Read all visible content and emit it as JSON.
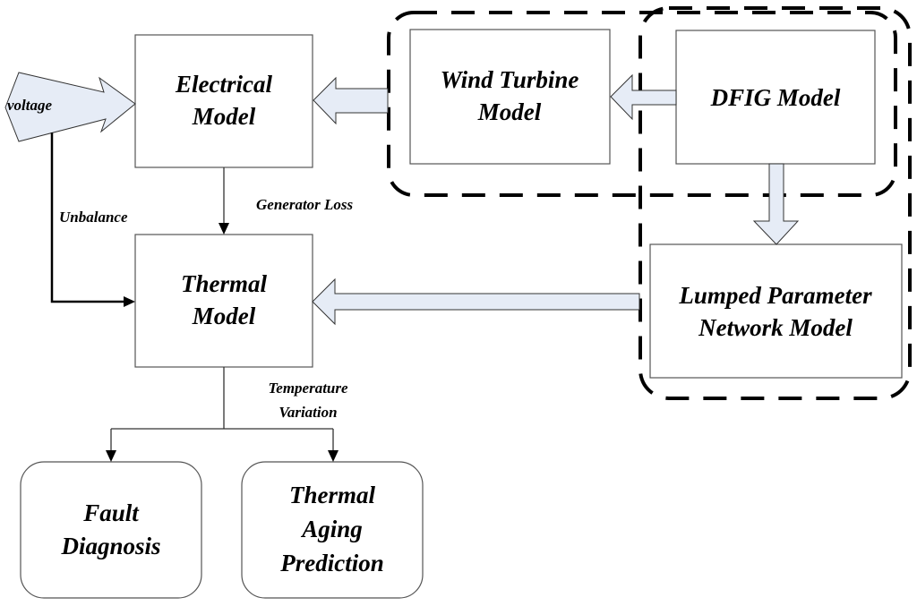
{
  "diagram": {
    "nodes": {
      "electrical": {
        "lines": [
          "Electrical",
          "Model"
        ]
      },
      "thermal": {
        "lines": [
          "Thermal",
          "Model"
        ]
      },
      "wind_turbine": {
        "lines": [
          "Wind Turbine",
          "Model"
        ]
      },
      "dfig": {
        "lines": [
          "DFIG Model"
        ]
      },
      "lumped": {
        "lines": [
          "Lumped Parameter",
          "Network Model"
        ]
      },
      "fault": {
        "lines": [
          "Fault",
          "Diagnosis"
        ]
      },
      "aging": {
        "lines": [
          "Thermal",
          "Aging",
          "Prediction"
        ]
      }
    },
    "input": {
      "label": "voltage"
    },
    "edge_labels": {
      "unbalance": "Unbalance",
      "generator_loss": "Generator Loss",
      "temperature_variation": [
        "Temperature",
        "Variation"
      ]
    },
    "edges": [
      {
        "from": "voltage",
        "to": "electrical",
        "style": "block-arrow"
      },
      {
        "from": "voltage",
        "to": "thermal",
        "label": "Unbalance",
        "style": "thick-line"
      },
      {
        "from": "wind_turbine",
        "to": "electrical",
        "style": "block-arrow"
      },
      {
        "from": "dfig",
        "to": "wind_turbine",
        "style": "block-arrow"
      },
      {
        "from": "dfig",
        "to": "lumped",
        "style": "block-arrow"
      },
      {
        "from": "electrical",
        "to": "thermal",
        "label": "Generator Loss",
        "style": "line"
      },
      {
        "from": "lumped",
        "to": "thermal",
        "style": "block-arrow"
      },
      {
        "from": "thermal",
        "to": "fault",
        "label": "Temperature Variation",
        "style": "line"
      },
      {
        "from": "thermal",
        "to": "aging",
        "label": "Temperature Variation",
        "style": "line"
      }
    ],
    "groups": [
      {
        "name": "wind-turbine-dfig-group",
        "members": [
          "wind_turbine",
          "dfig"
        ]
      },
      {
        "name": "dfig-lumped-group",
        "members": [
          "dfig",
          "lumped"
        ]
      }
    ],
    "colors": {
      "arrow_fill": "#e6ecf6",
      "box_stroke": "#555555",
      "dash_stroke": "#000000"
    }
  }
}
